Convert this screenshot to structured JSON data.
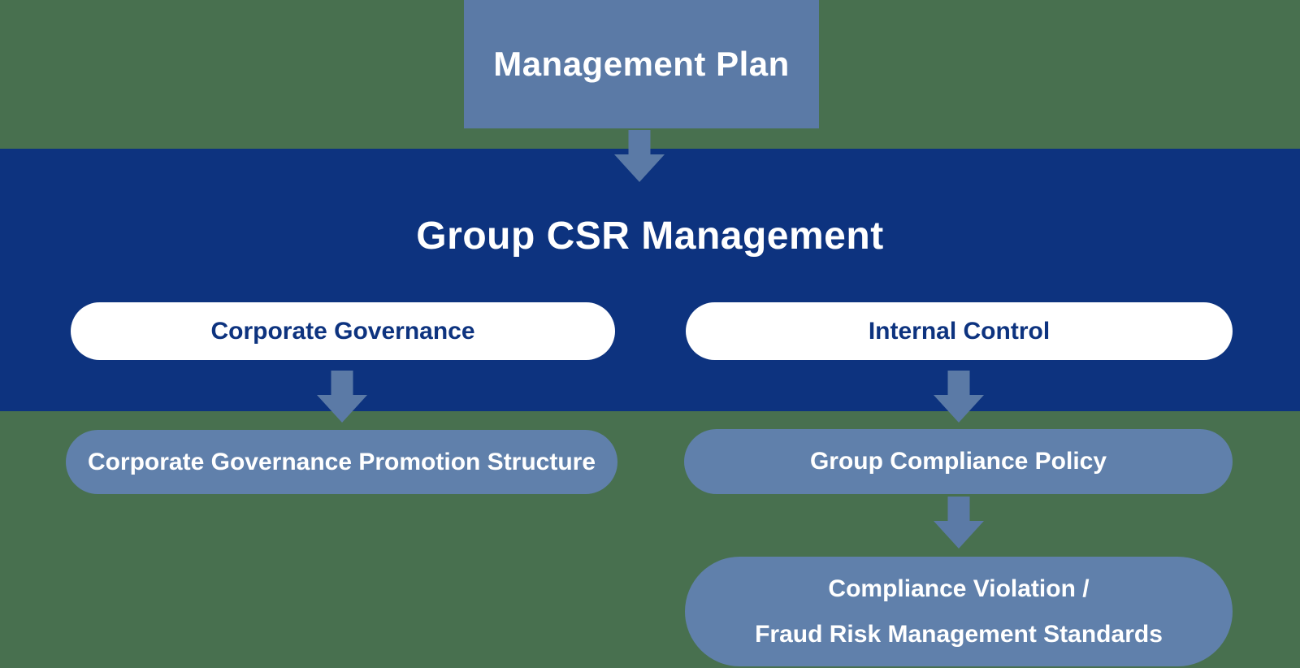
{
  "diagram": {
    "nodes": {
      "management_plan": "Management Plan",
      "group_csr": "Group CSR Management",
      "corporate_governance": "Corporate Governance",
      "internal_control": "Internal Control",
      "cg_promotion_structure": "Corporate Governance Promotion Structure",
      "group_compliance_policy": "Group Compliance Policy",
      "violation_line1": "Compliance Violation /",
      "violation_line2": "Fraud Risk Management Standards"
    },
    "structure": {
      "root": "Management Plan",
      "band": "Group CSR Management",
      "columns": [
        {
          "header": "Corporate Governance",
          "children": [
            "Corporate Governance Promotion Structure"
          ]
        },
        {
          "header": "Internal Control",
          "children": [
            "Group Compliance Policy",
            "Compliance Violation / Fraud Risk Management Standards"
          ]
        }
      ]
    },
    "colors": {
      "background_green": "#48704f",
      "band_navy": "#0d337f",
      "node_slate": "#5b7aa6",
      "pill_slate": "#6080ab",
      "pill_white": "#ffffff",
      "text_on_dark": "#ffffff",
      "text_on_white": "#0d337f"
    }
  }
}
